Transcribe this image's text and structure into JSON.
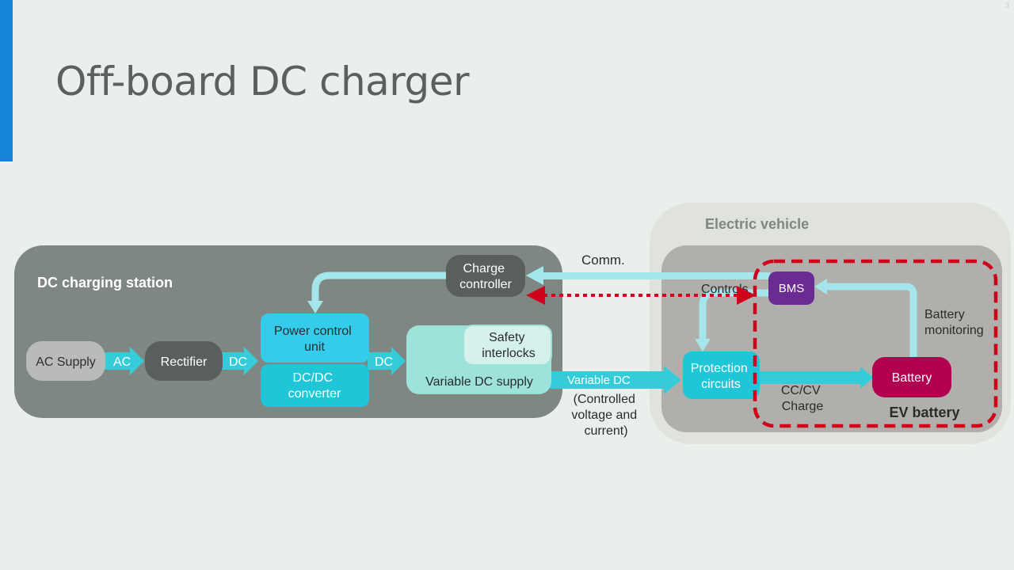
{
  "slide": {
    "title": "Off-board DC charger",
    "page_number": "3"
  },
  "colors": {
    "accent": "#1583d8",
    "station_bg": "#7e8782",
    "vehicle_outer_bg": "#e0e2de",
    "vehicle_inner_bg": "#b0afab",
    "arrow": "#35ccda",
    "power_control": "#35ccec",
    "dc_dc_converter": "#1ec6d8",
    "variable_dc_supply": "#9ee3da",
    "bms": "#6a2b93",
    "battery": "#b0004f",
    "comm_link": "#d0021b"
  },
  "diagram": {
    "station_label": "DC charging station",
    "vehicle_label": "Electric vehicle",
    "ev_battery_label": "EV battery",
    "nodes": {
      "ac_supply": "AC Supply",
      "rectifier": "Rectifier",
      "power_control": [
        "Power control",
        "unit"
      ],
      "dc_dc": [
        "DC/DC",
        "converter"
      ],
      "variable_dc_supply": "Variable DC supply",
      "safety_interlocks": [
        "Safety",
        "interlocks"
      ],
      "charge_controller": [
        "Charge",
        "controller"
      ],
      "protection": [
        "Protection",
        "circuits"
      ],
      "bms": "BMS",
      "battery": "Battery"
    },
    "edge_labels": {
      "ac": "AC",
      "dc1": "DC",
      "dc2": "DC",
      "variable_dc": "Variable DC",
      "variable_dc_note": [
        "(Controlled",
        "voltage and",
        "current)"
      ],
      "comm": "Comm.",
      "controls": "Controls",
      "battery_monitoring": [
        "Battery",
        "monitoring"
      ],
      "cccv_charge": [
        "CC/CV",
        "Charge"
      ]
    }
  }
}
